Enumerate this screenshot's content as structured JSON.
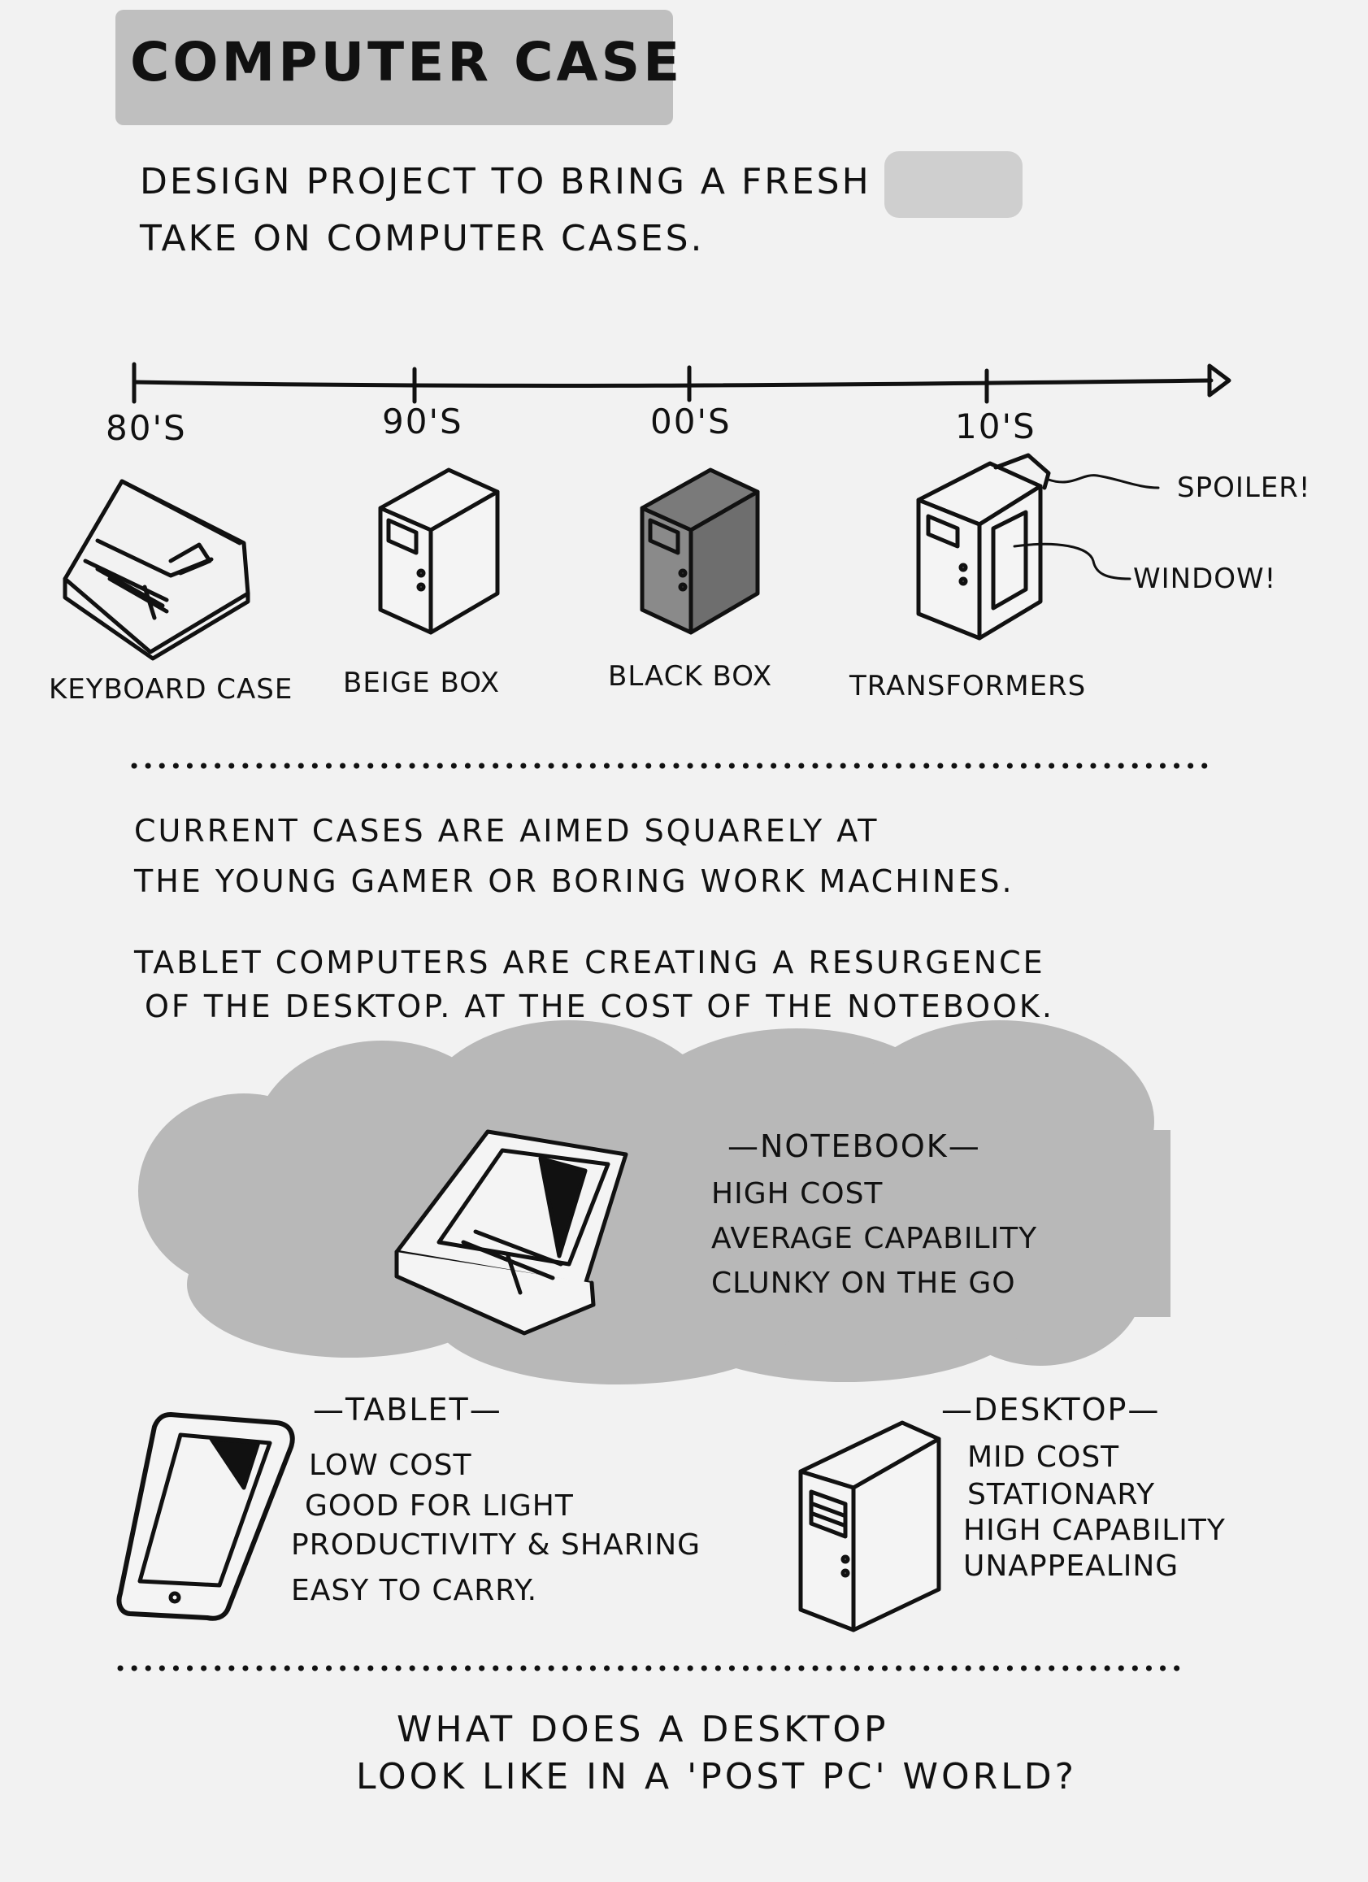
{
  "title": "COMPUTER CASE",
  "intro": {
    "line1": "DESIGN PROJECT TO BRING A FRESH",
    "line2": "TAKE ON COMPUTER CASES."
  },
  "timeline": {
    "eras": [
      "80'S",
      "90'S",
      "00'S",
      "10'S"
    ],
    "cases": [
      "KEYBOARD CASE",
      "BEIGE BOX",
      "BLACK BOX",
      "TRANSFORMERS"
    ],
    "callouts": {
      "spoiler": "SPOILER!",
      "window": "WINDOW!"
    }
  },
  "paragraph1": {
    "line1": "CURRENT CASES ARE AIMED SQUARELY AT",
    "line2": "THE YOUNG GAMER OR BORING WORK MACHINES."
  },
  "paragraph2": {
    "line1": "TABLET COMPUTERS ARE CREATING A RESURGENCE",
    "line2": "OF THE DESKTOP. AT THE COST OF THE NOTEBOOK."
  },
  "notebook": {
    "heading": "—NOTEBOOK—",
    "features": [
      "HIGH COST",
      "AVERAGE CAPABILITY",
      "CLUNKY ON THE GO"
    ]
  },
  "tablet": {
    "heading": "—TABLET—",
    "features": [
      "LOW COST",
      "GOOD FOR LIGHT",
      "PRODUCTIVITY & SHARING",
      "EASY TO CARRY."
    ]
  },
  "desktop": {
    "heading": "—DESKTOP—",
    "features": [
      "MID COST",
      "STATIONARY",
      "HIGH CAPABILITY",
      "UNAPPEALING"
    ]
  },
  "question": {
    "line1": "WHAT DOES A DESKTOP",
    "line2": "LOOK LIKE IN A 'POST PC' WORLD?"
  },
  "colors": {
    "background": "#f2f2f2",
    "highlight": "#bfbfbf",
    "cloud": "#b8b8b8",
    "black_box": "#7a7a7a",
    "ink": "#111111"
  }
}
